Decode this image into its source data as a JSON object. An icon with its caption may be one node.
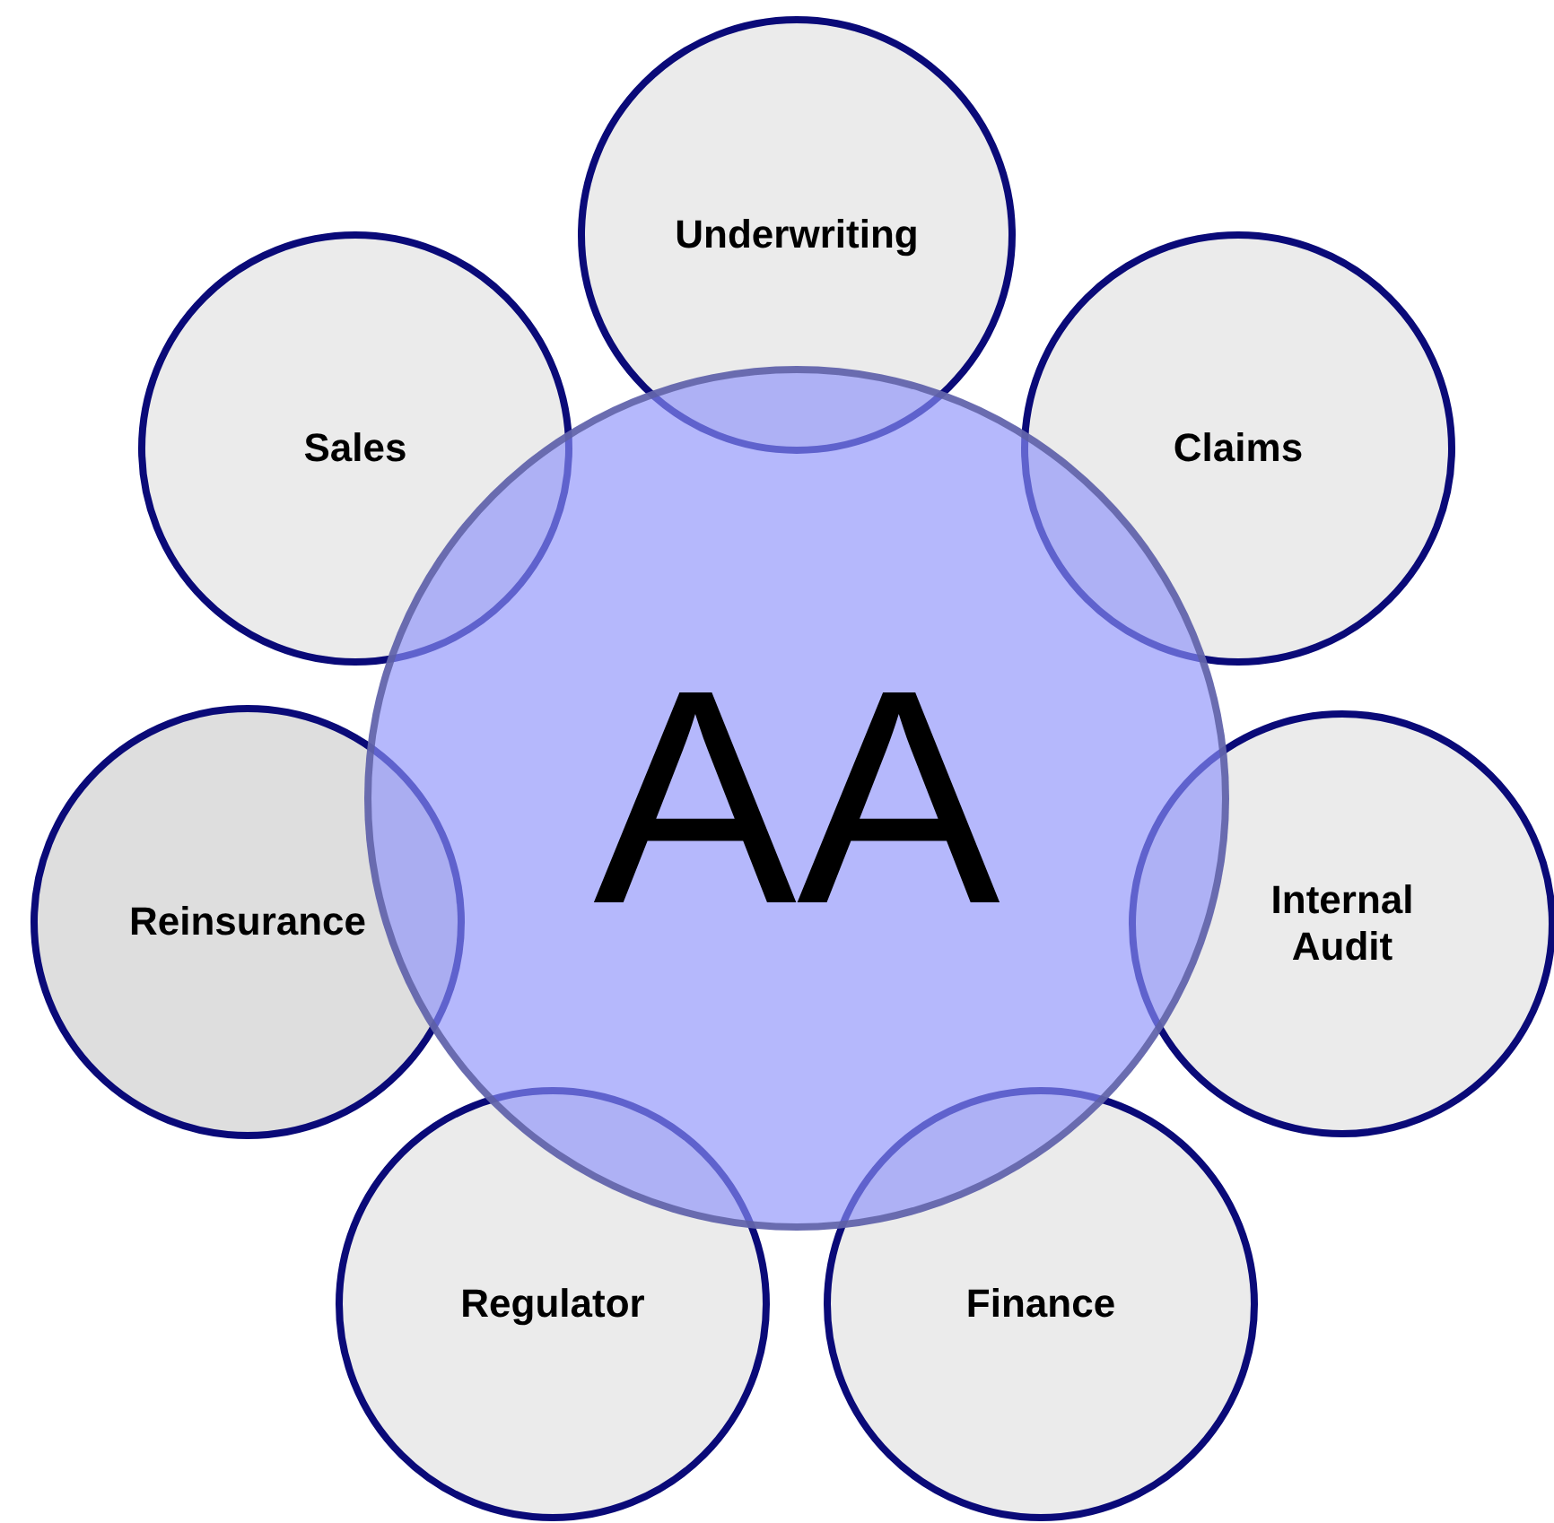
{
  "diagram": {
    "nodes": [
      {
        "text": [
          "Underwriting"
        ]
      },
      {
        "text": [
          "Sales"
        ]
      },
      {
        "text": [
          "Claims"
        ]
      },
      {
        "text": [
          "Reinsurance"
        ]
      },
      {
        "text": [
          "Internal Audit"
        ]
      },
      {
        "text": [
          "Regulator"
        ]
      },
      {
        "text": [
          "Finance"
        ]
      },
      {
        "text": [
          "AA"
        ]
      }
    ]
  }
}
